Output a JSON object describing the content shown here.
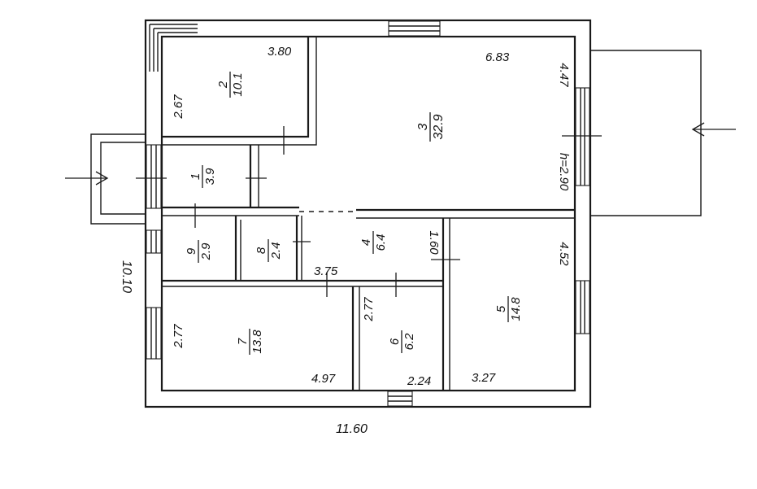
{
  "dimensions": {
    "overall_width": "11.60",
    "overall_depth": "10.10",
    "ceiling_height": "h=2.90"
  },
  "rooms": [
    {
      "number": "1",
      "area": "3.9"
    },
    {
      "number": "2",
      "area": "10.1",
      "dims": [
        "3.80",
        "2.67"
      ]
    },
    {
      "number": "3",
      "area": "32.9",
      "dims": [
        "6.83",
        "4.47"
      ]
    },
    {
      "number": "4",
      "area": "6.4",
      "dims": [
        "3.75",
        "1.60"
      ]
    },
    {
      "number": "5",
      "area": "14.8",
      "dims": [
        "4.52",
        "3.27"
      ]
    },
    {
      "number": "6",
      "area": "6.2",
      "dims": [
        "2.77",
        "2.24"
      ]
    },
    {
      "number": "7",
      "area": "13.8",
      "dims": [
        "2.77",
        "4.97"
      ]
    },
    {
      "number": "8",
      "area": "2.4"
    },
    {
      "number": "9",
      "area": "2.9"
    }
  ]
}
